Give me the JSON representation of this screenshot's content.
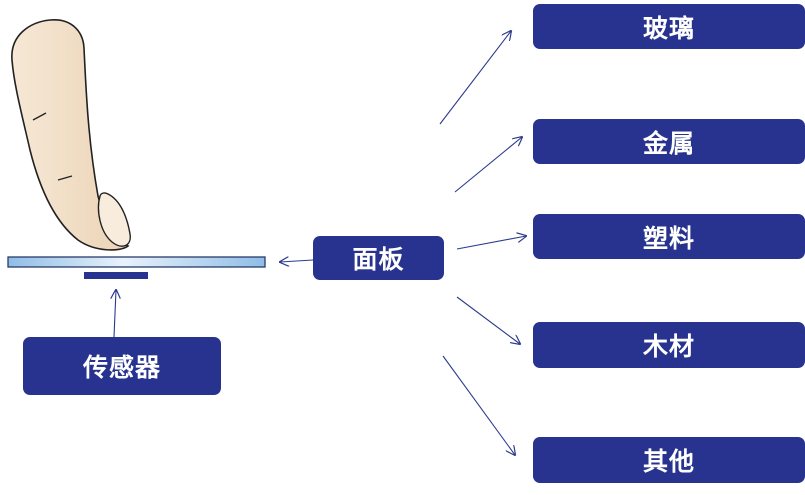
{
  "diagram": {
    "panel_label": "面板",
    "sensor_label": "传感器",
    "materials": [
      "玻璃",
      "金属",
      "塑料",
      "木材",
      "其他"
    ]
  },
  "colors": {
    "box_fill": "#27338f",
    "box_text": "#ffffff",
    "arrow": "#2c3a8c",
    "panel_glass": "#9fc7ea",
    "sensor_bar": "#27338f",
    "finger": "#f2dfc5"
  }
}
